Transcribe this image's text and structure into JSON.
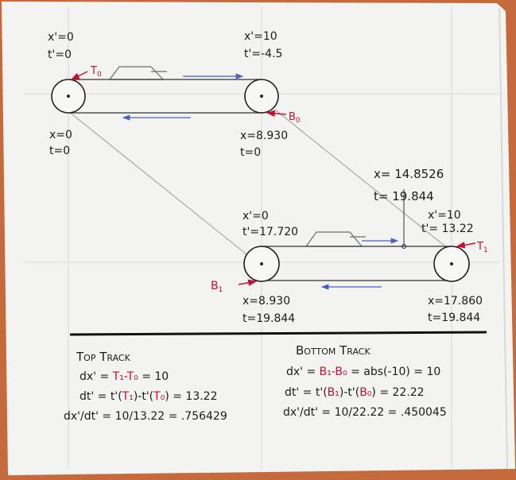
{
  "top_left": {
    "prime_x": "x'=0",
    "prime_t": "t'=0",
    "rest_x": "x=0",
    "rest_t": "t=0",
    "marker": "T",
    "marker_sub": "0"
  },
  "top_right": {
    "prime_x": "x'=10",
    "prime_t": "t'=-4.5",
    "rest_x": "x=8.930",
    "rest_t": "t=0",
    "marker": "B",
    "marker_sub": "0"
  },
  "intersect": {
    "x": "x= 14.8526",
    "t": "t= 19.844"
  },
  "bottom_left": {
    "prime_x": "x'=0",
    "prime_t": "t'=17.720",
    "rest_x": "x=8.930",
    "rest_t": "t=19.844",
    "marker": "B",
    "marker_sub": "1"
  },
  "bottom_right": {
    "prime_x": "x'=10",
    "prime_t": "t'= 13.22",
    "rest_x": "x=17.860",
    "rest_t": "t=19.844",
    "marker": "T",
    "marker_sub": "1"
  },
  "top_track": {
    "heading": "Top Track",
    "dx_lhs": "dx' =",
    "dx_terms": "T₁-T₀",
    "dx_rhs": "= 10",
    "dt_lhs": "dt' = t'(",
    "dt_t1": "T₁",
    "dt_mid": ")-t'(",
    "dt_t0": "T₀",
    "dt_rhs": ") = 13.22",
    "ratio": "dx'/dt' = 10/13.22 = .756429"
  },
  "bottom_track": {
    "heading": "Bottom Track",
    "dx_lhs": "dx' =",
    "dx_terms": "B₁-B₀",
    "dx_rhs": "= abs(-10) = 10",
    "dt_lhs": "dt' = t'(",
    "dt_b1": "B₁",
    "dt_mid": ")-t'(",
    "dt_b0": "B₀",
    "dt_rhs": ") = 22.22",
    "ratio": "dx'/dt' = 10/22.22 = .450045"
  },
  "colors": {
    "ink": "#1b1b1b",
    "marker": "#c8102e",
    "arrow": "#4a5fc4",
    "paper": "#f3f3f1",
    "wood": "#c46a3d"
  }
}
